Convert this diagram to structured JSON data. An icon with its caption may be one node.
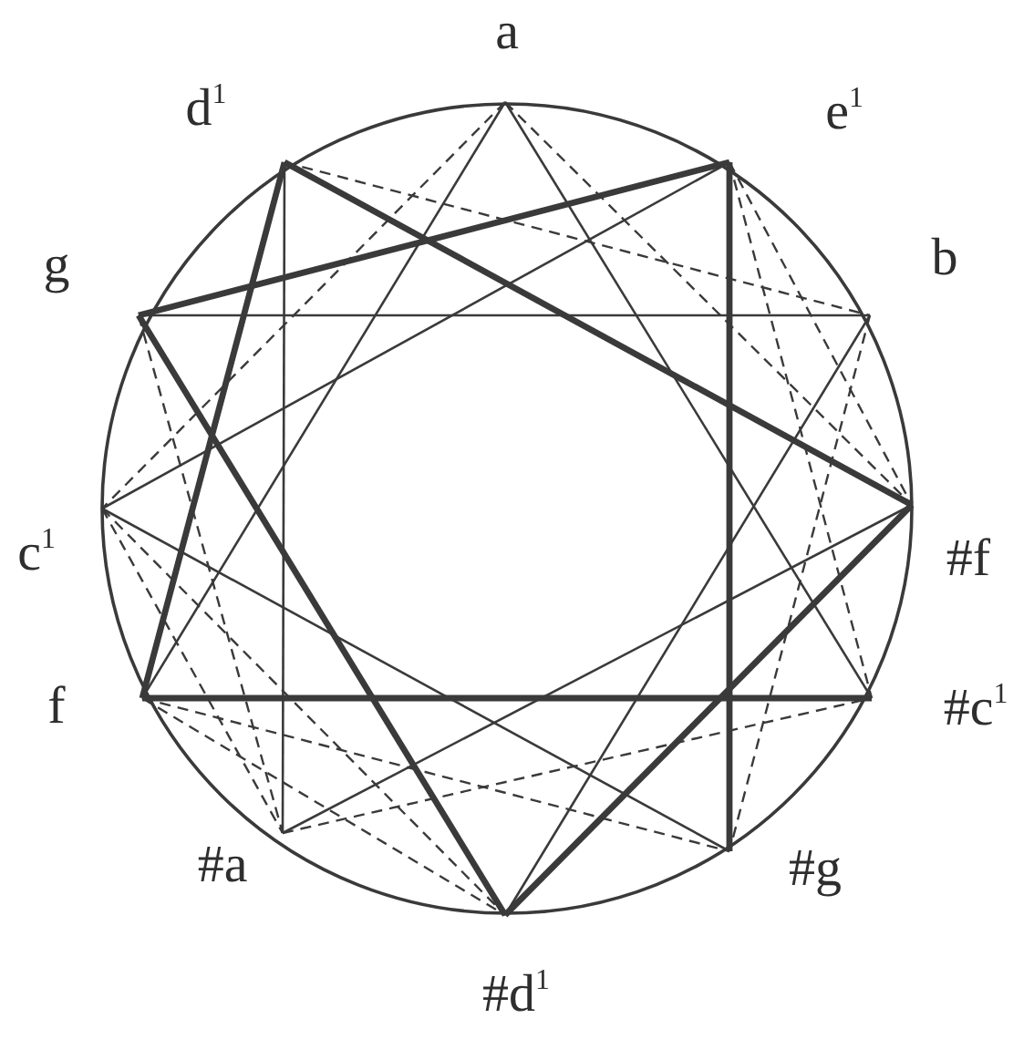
{
  "diagram": {
    "nodes": [
      {
        "text": [
          "a"
        ]
      },
      {
        "text": [
          "e$^{1}$"
        ]
      },
      {
        "text": [
          "b"
        ]
      },
      {
        "text": [
          "#f"
        ]
      },
      {
        "text": [
          "#c$^{1}$"
        ]
      },
      {
        "text": [
          "#g"
        ]
      },
      {
        "text": [
          "#d$^{1}$"
        ]
      },
      {
        "text": [
          "#a"
        ]
      },
      {
        "text": [
          "f"
        ]
      },
      {
        "text": [
          "c$^{1}$"
        ]
      },
      {
        "text": [
          "g"
        ]
      },
      {
        "text": [
          "d$^{1}$"
        ]
      }
    ],
    "edges": [
      {
        "from": 11,
        "to": 3,
        "arrow": "none",
        "style": "thick"
      },
      {
        "from": 1,
        "to": 5,
        "arrow": "none",
        "style": "thick"
      },
      {
        "from": 8,
        "to": 4,
        "arrow": "none",
        "style": "thick"
      },
      {
        "from": 10,
        "to": 6,
        "arrow": "none",
        "style": "thick"
      },
      {
        "from": 0,
        "to": 8,
        "arrow": "none"
      },
      {
        "from": 0,
        "to": 4,
        "arrow": "none"
      },
      {
        "from": 10,
        "to": 2,
        "arrow": "none"
      },
      {
        "from": 2,
        "to": 6,
        "arrow": "none"
      },
      {
        "from": 11,
        "to": 7,
        "arrow": "none"
      },
      {
        "from": 7,
        "to": 3,
        "arrow": "none"
      },
      {
        "from": 9,
        "to": 1,
        "arrow": "none"
      },
      {
        "from": 9,
        "to": 5,
        "arrow": "none"
      },
      {
        "from": 11,
        "to": 8,
        "arrow": "none",
        "style": "thick"
      },
      {
        "from": 10,
        "to": 1,
        "arrow": "none",
        "style": "thick"
      },
      {
        "from": 3,
        "to": 6,
        "arrow": "none",
        "style": "thick"
      },
      {
        "from": 7,
        "to": 4,
        "arrow": "none",
        "style": "dashed"
      },
      {
        "from": 0,
        "to": 9,
        "arrow": "none",
        "style": "dashed"
      },
      {
        "from": 9,
        "to": 6,
        "arrow": "none",
        "style": "dashed"
      },
      {
        "from": 0,
        "to": 3,
        "arrow": "none",
        "style": "dashed"
      },
      {
        "from": 1,
        "to": 4,
        "arrow": "none",
        "style": "dashed"
      },
      {
        "from": 10,
        "to": 7,
        "arrow": "none",
        "style": "dashed"
      },
      {
        "from": 2,
        "to": 5,
        "arrow": "none",
        "style": "dashed"
      },
      {
        "from": 8,
        "to": 5,
        "arrow": "none",
        "style": "dashed"
      },
      {
        "from": 11,
        "to": 2,
        "arrow": "none",
        "style": "dashed"
      },
      {
        "from": 9,
        "to": 7,
        "arrow": "none",
        "style": "dashed"
      },
      {
        "from": 8,
        "to": 6,
        "arrow": "none",
        "style": "dashed"
      },
      {
        "from": 1,
        "to": 3,
        "arrow": "none",
        "style": "dashed"
      }
    ]
  }
}
